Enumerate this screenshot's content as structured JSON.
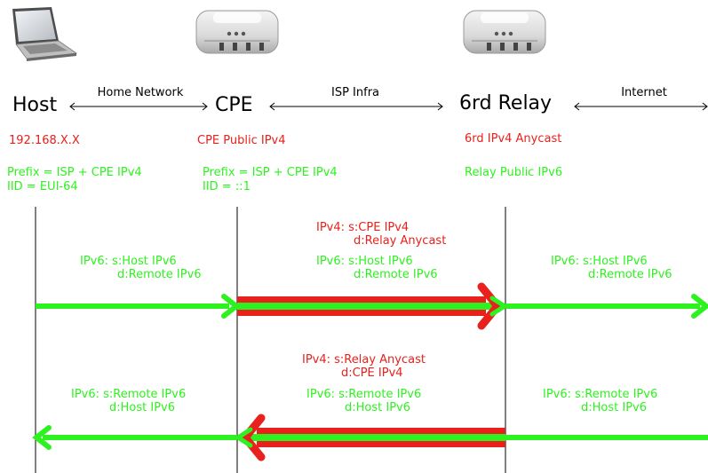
{
  "nodes": {
    "host": "Host",
    "cpe": "CPE",
    "relay": "6rd Relay"
  },
  "links": {
    "home_network": "Home Network",
    "isp_infra": "ISP Infra",
    "internet": "Internet"
  },
  "addresses": {
    "host_ipv4": "192.168.X.X",
    "cpe_ipv4": "CPE Public IPv4",
    "relay_ipv4": "6rd IPv4 Anycast",
    "host_prefix": "Prefix = ISP + CPE IPv4",
    "host_iid": "IID = EUI-64",
    "cpe_prefix": "Prefix = ISP + CPE IPv4",
    "cpe_iid": "IID = ::1",
    "relay_ipv6": "Relay Public IPv6"
  },
  "upstream": {
    "seg1_src": "IPv6: s:Host IPv6",
    "seg1_dst": "d:Remote IPv6",
    "seg2_v4_src": "IPv4: s:CPE IPv4",
    "seg2_v4_dst": "d:Relay Anycast",
    "seg2_src": "IPv6: s:Host IPv6",
    "seg2_dst": "d:Remote IPv6",
    "seg3_src": "IPv6: s:Host IPv6",
    "seg3_dst": "d:Remote IPv6"
  },
  "downstream": {
    "seg1_src": "IPv6: s:Remote IPv6",
    "seg1_dst": "d:Host IPv6",
    "seg2_v4_src": "IPv4: s:Relay Anycast",
    "seg2_v4_dst": "d:CPE IPv4",
    "seg2_src": "IPv6: s:Remote IPv6",
    "seg2_dst": "d:Host IPv6",
    "seg3_src": "IPv6: s:Remote IPv6",
    "seg3_dst": "d:Host IPv6"
  },
  "colors": {
    "ipv6": "#2ef21f",
    "ipv4": "#e8211c"
  },
  "icons": [
    "laptop-icon",
    "router-icon",
    "router-icon"
  ]
}
